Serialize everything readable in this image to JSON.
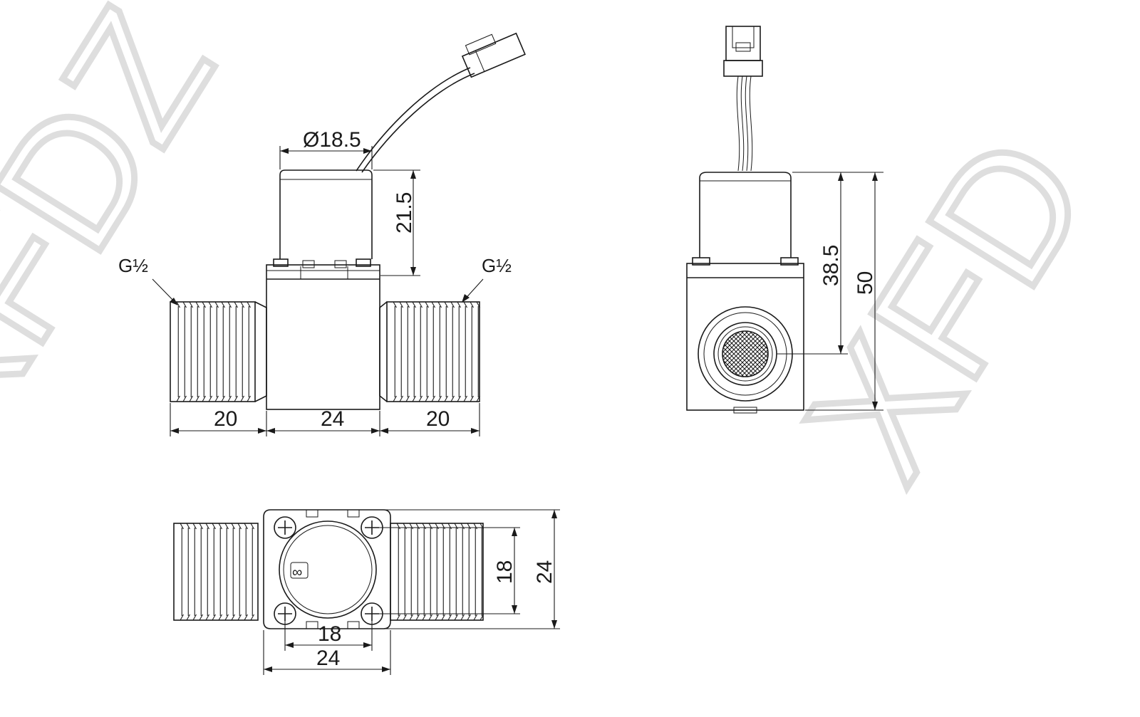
{
  "watermark": {
    "left": "XFDZ",
    "right": "XFD"
  },
  "front_view": {
    "diameter_label": "Ø18.5",
    "height_label": "21.5",
    "thread_left_label": "G½",
    "thread_right_label": "G½",
    "length_left_label": "20",
    "length_center_label": "24",
    "length_right_label": "20"
  },
  "side_view": {
    "center_height_label": "38.5",
    "total_height_label": "50"
  },
  "top_view": {
    "mount_height_label": "18",
    "body_height_label": "24",
    "mount_width_label": "18",
    "body_width_label": "24",
    "marker_label": "∞"
  }
}
